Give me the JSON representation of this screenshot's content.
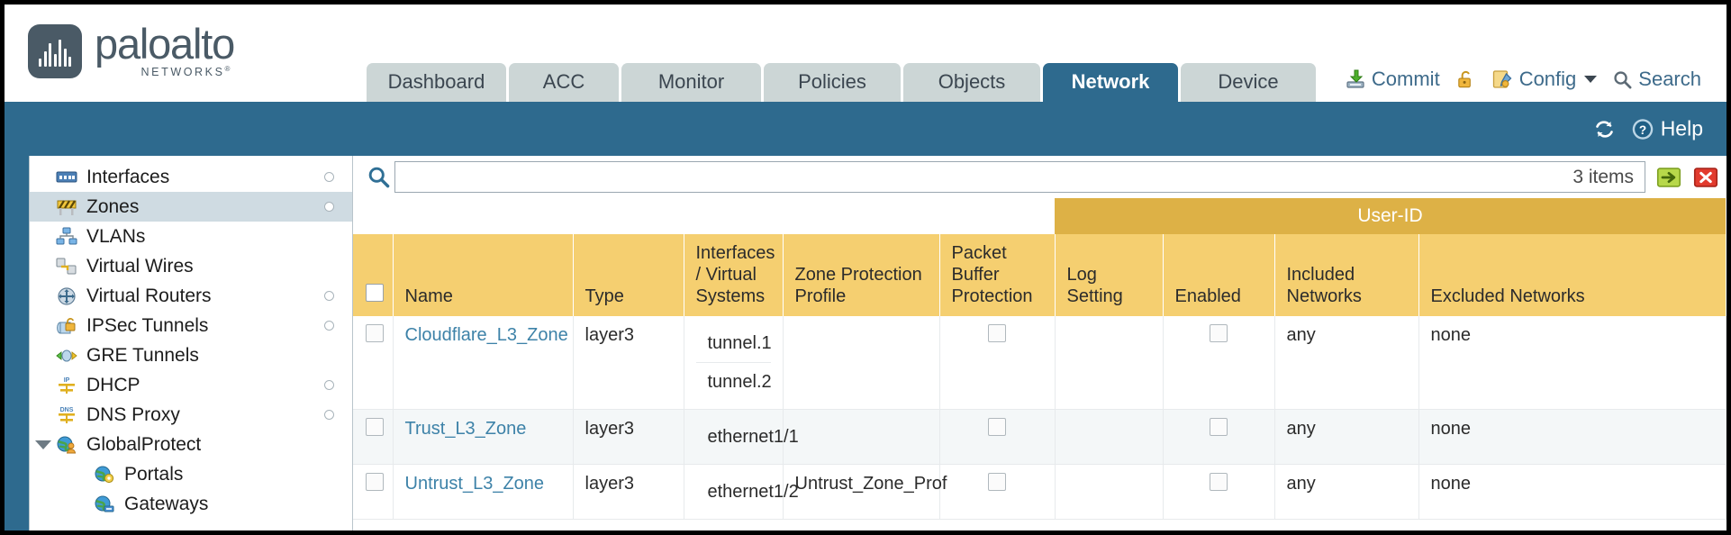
{
  "brand": {
    "name": "paloalto",
    "sub": "NETWORKS",
    "reg": "®"
  },
  "tabs": [
    {
      "label": "Dashboard",
      "active": false,
      "width": 155
    },
    {
      "label": "ACC",
      "active": false,
      "width": 122
    },
    {
      "label": "Monitor",
      "active": false,
      "width": 155
    },
    {
      "label": "Policies",
      "active": false,
      "width": 152
    },
    {
      "label": "Objects",
      "active": false,
      "width": 152
    },
    {
      "label": "Network",
      "active": true,
      "width": 150
    },
    {
      "label": "Device",
      "active": false,
      "width": 150
    }
  ],
  "header_actions": {
    "commit": "Commit",
    "config": "Config",
    "search": "Search",
    "lock_icon": "padlock-icon",
    "commit_icon": "commit-save-icon",
    "config_icon": "config-wrench-icon",
    "search_icon": "search-magnifier-icon"
  },
  "band": {
    "refresh_icon": "refresh-icon",
    "help_icon": "help-circle-icon",
    "help": "Help"
  },
  "sidebar": {
    "items": [
      {
        "label": "Interfaces",
        "icon": "interfaces-icon",
        "selected": false,
        "dot": true,
        "child": false,
        "tri": false
      },
      {
        "label": "Zones",
        "icon": "zones-barrier-icon",
        "selected": true,
        "dot": true,
        "child": false,
        "tri": false
      },
      {
        "label": "VLANs",
        "icon": "vlans-icon",
        "selected": false,
        "dot": false,
        "child": false,
        "tri": false
      },
      {
        "label": "Virtual Wires",
        "icon": "virtual-wires-icon",
        "selected": false,
        "dot": false,
        "child": false,
        "tri": false
      },
      {
        "label": "Virtual Routers",
        "icon": "virtual-routers-icon",
        "selected": false,
        "dot": true,
        "child": false,
        "tri": false
      },
      {
        "label": "IPSec Tunnels",
        "icon": "ipsec-tunnels-icon",
        "selected": false,
        "dot": true,
        "child": false,
        "tri": false
      },
      {
        "label": "GRE Tunnels",
        "icon": "gre-tunnels-icon",
        "selected": false,
        "dot": false,
        "child": false,
        "tri": false
      },
      {
        "label": "DHCP",
        "icon": "dhcp-icon",
        "selected": false,
        "dot": true,
        "child": false,
        "tri": false
      },
      {
        "label": "DNS Proxy",
        "icon": "dns-proxy-icon",
        "selected": false,
        "dot": true,
        "child": false,
        "tri": false
      },
      {
        "label": "GlobalProtect",
        "icon": "globalprotect-icon",
        "selected": false,
        "dot": false,
        "child": false,
        "tri": true
      },
      {
        "label": "Portals",
        "icon": "portals-icon",
        "selected": false,
        "dot": false,
        "child": true,
        "tri": false
      },
      {
        "label": "Gateways",
        "icon": "gateways-icon",
        "selected": false,
        "dot": false,
        "child": true,
        "tri": false
      }
    ]
  },
  "search": {
    "value": "",
    "placeholder": "",
    "item_count": "3 items",
    "apply_icon": "apply-arrow-icon",
    "clear_icon": "clear-x-icon",
    "magnifier_icon": "search-magnifier-icon"
  },
  "table": {
    "group_header": "User-ID",
    "columns": [
      "Name",
      "Type",
      "Interfaces / Virtual Systems",
      "Zone Protection Profile",
      "Packet Buffer Protection",
      "Log Setting",
      "Enabled",
      "Included Networks",
      "Excluded Networks"
    ],
    "rows": [
      {
        "name": "Cloudflare_L3_Zone",
        "type": "layer3",
        "interfaces": [
          "tunnel.1",
          "tunnel.2"
        ],
        "zone_protection_profile": "",
        "packet_buffer_protection": false,
        "log_setting": "",
        "userid_enabled": false,
        "included_networks": "any",
        "excluded_networks": "none"
      },
      {
        "name": "Trust_L3_Zone",
        "type": "layer3",
        "interfaces": [
          "ethernet1/1"
        ],
        "zone_protection_profile": "",
        "packet_buffer_protection": false,
        "log_setting": "",
        "userid_enabled": false,
        "included_networks": "any",
        "excluded_networks": "none"
      },
      {
        "name": "Untrust_L3_Zone",
        "type": "layer3",
        "interfaces": [
          "ethernet1/2"
        ],
        "zone_protection_profile": "Untrust_Zone_Prof",
        "packet_buffer_protection": false,
        "log_setting": "",
        "userid_enabled": false,
        "included_networks": "any",
        "excluded_networks": "none"
      }
    ]
  },
  "colors": {
    "brand_blue": "#2e6a8e",
    "header_amber": "#f5cf70",
    "group_amber": "#ddb146",
    "link_blue": "#3d82a8",
    "tab_gray": "#ccd6d6"
  }
}
